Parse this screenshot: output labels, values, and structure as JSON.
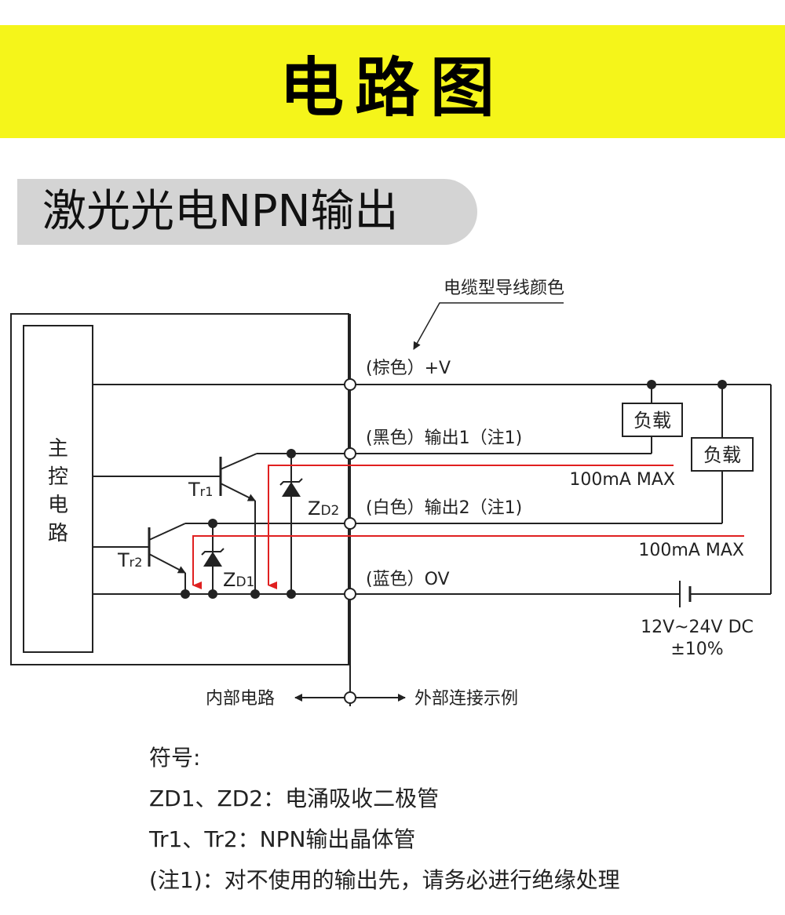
{
  "header": {
    "title": "电路图"
  },
  "section": {
    "title": "激光光电NPN输出"
  },
  "diagram": {
    "cable_color_label": "电缆型导线颜色",
    "main_circuit_chars": [
      "主",
      "控",
      "电",
      "路"
    ],
    "tr1": "Tr1",
    "tr2": "Tr2",
    "zd1": "ZD1",
    "zd2": "ZD2",
    "wire_brown": "(棕色）+V",
    "wire_black": "(黑色）输出1（注1)",
    "wire_white": "(白色）输出2（注1)",
    "wire_blue": "(蓝色）OV",
    "load1": "负载",
    "load2": "负载",
    "max1": "100mA MAX",
    "max2": "100mA MAX",
    "supply_voltage": "12V~24V DC",
    "supply_tolerance": "±10%",
    "internal_circuit": "内部电路",
    "external_example": "外部连接示例",
    "colors": {
      "wire": "#222222",
      "current_arrow": "#e02020"
    }
  },
  "legend": {
    "heading": "符号:",
    "zd": "ZD1、ZD2：电涌吸收二极管",
    "tr": "Tr1、Tr2：NPN输出晶体管",
    "note": "(注1)：对不使用的输出先，请务必进行绝缘处理"
  }
}
